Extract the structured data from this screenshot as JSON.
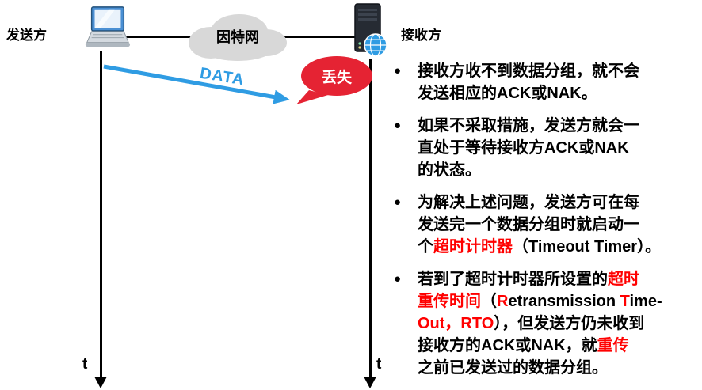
{
  "diagram": {
    "sender_label": "发送方",
    "internet_label": "因特网",
    "receiver_label": "接收方",
    "data_label": "DATA",
    "lost_label": "丢失",
    "time_axis_left": "t",
    "time_axis_right": "t"
  },
  "colors": {
    "arrow_blue": "#2f9ce3",
    "bubble_red": "#e52333",
    "highlight_red": "#ff0000",
    "cloud_gray": "#d8d8d8",
    "line_black": "#000000"
  },
  "notes": {
    "bullet_char": "●",
    "items": [
      {
        "segments": [
          {
            "t": "接收方收不到数据分组，就不会\n发送相应的ACK或NAK。"
          }
        ]
      },
      {
        "segments": [
          {
            "t": "如果不采取措施，发送方就会一\n直处于等待接收方ACK或NAK\n的状态。"
          }
        ]
      },
      {
        "segments": [
          {
            "t": "为解决上述问题，发送方可在每\n发送完一个数据分组时就启动一\n个"
          },
          {
            "t": "超时计时器",
            "c": "#ff0000"
          },
          {
            "t": "（Timeout Timer）。"
          }
        ]
      },
      {
        "segments": [
          {
            "t": "若到了超时计时器所设置的"
          },
          {
            "t": "超时\n重传时间",
            "c": "#ff0000"
          },
          {
            "t": "（"
          },
          {
            "t": "R",
            "c": "#ff0000"
          },
          {
            "t": "etransmission "
          },
          {
            "t": "T",
            "c": "#ff0000"
          },
          {
            "t": "ime-\n"
          },
          {
            "t": "Out，RTO",
            "c": "#ff0000"
          },
          {
            "t": "），但发送方仍未收到\n接收方的ACK或NAK，就"
          },
          {
            "t": "重传",
            "c": "#ff0000"
          },
          {
            "t": "\n之前已发送过的数据分组。"
          }
        ]
      }
    ]
  }
}
